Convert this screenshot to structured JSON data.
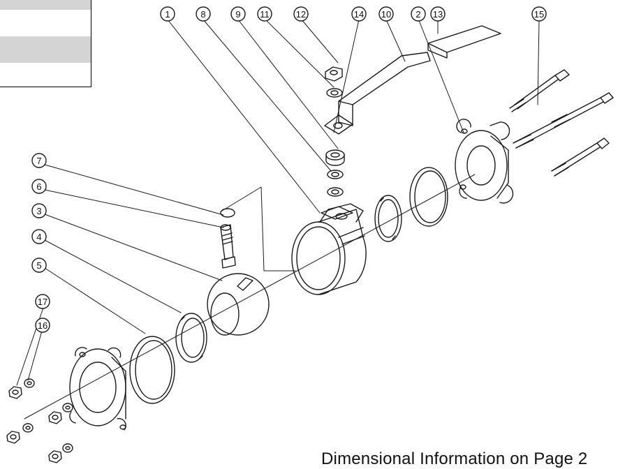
{
  "callouts": [
    {
      "id": "c1",
      "label": "1"
    },
    {
      "id": "c8",
      "label": "8"
    },
    {
      "id": "c9",
      "label": "9"
    },
    {
      "id": "c11",
      "label": "11"
    },
    {
      "id": "c12",
      "label": "12"
    },
    {
      "id": "c14",
      "label": "14"
    },
    {
      "id": "c10",
      "label": "10"
    },
    {
      "id": "c2",
      "label": "2"
    },
    {
      "id": "c13",
      "label": "13"
    },
    {
      "id": "c15",
      "label": "15"
    },
    {
      "id": "c7",
      "label": "7"
    },
    {
      "id": "c6",
      "label": "6"
    },
    {
      "id": "c3",
      "label": "3"
    },
    {
      "id": "c4",
      "label": "4"
    },
    {
      "id": "c5",
      "label": "5"
    },
    {
      "id": "c17",
      "label": "17"
    },
    {
      "id": "c16",
      "label": "16"
    }
  ],
  "footer": {
    "note": "Dimensional Information on Page 2"
  },
  "colors": {
    "line": "#1a1a1a",
    "table_shade": "#d4d4d4",
    "background": "#ffffff"
  }
}
